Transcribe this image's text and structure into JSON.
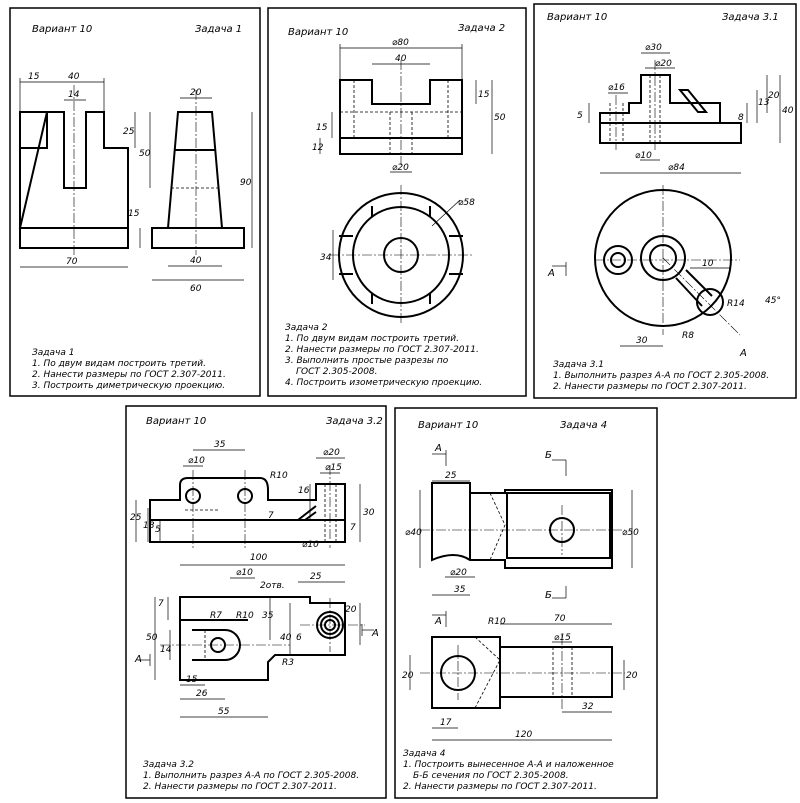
{
  "panels": {
    "p1": {
      "variant": "Вариант 10",
      "task": "Задача 1",
      "title": "Задача 1",
      "lines": [
        "1. По двум видам построить третий.",
        "2. Нанести размеры по ГОСТ 2.307-2011.",
        "3. Построить диметрическую проекцию."
      ],
      "dims": {
        "d15": "15",
        "d40": "40",
        "d14": "14",
        "d25": "25",
        "d50": "50",
        "d15b": "15",
        "d70": "70",
        "d20": "20",
        "d90": "90",
        "d40b": "40",
        "d60": "60"
      }
    },
    "p2": {
      "variant": "Вариант 10",
      "task": "Задача 2",
      "title": "Задача 2",
      "lines": [
        "1. По двум видам построить третий.",
        "2. Нанести размеры по ГОСТ 2.307-2011.",
        "3. Выполнить простые разрезы по",
        "ГОСТ 2.305-2008.",
        "4. Построить изометрическую проекцию."
      ],
      "dims": {
        "d80": "⌀80",
        "d40": "40",
        "d15a": "15",
        "d15b": "15",
        "d12": "12",
        "d50": "50",
        "d20": "⌀20",
        "d58": "⌀58",
        "d34": "34"
      }
    },
    "p3": {
      "variant": "Вариант 10",
      "task": "Задача 3.1",
      "title": "Задача 3.1",
      "lines": [
        "1. Выполнить разрез А-А по ГОСТ 2.305-2008.",
        "2. Нанести размеры по ГОСТ 2.307-2011."
      ],
      "dims": {
        "d30": "⌀30",
        "d20": "⌀20",
        "d16": "⌀16",
        "d5": "5",
        "d8": "8",
        "d13": "13",
        "d20v": "20",
        "d40": "40",
        "d10": "⌀10",
        "d84": "⌀84",
        "d10b": "10",
        "r14": "R14",
        "d45": "45°",
        "r8": "R8",
        "d30b": "30",
        "secA1": "А",
        "secA2": "А"
      }
    },
    "p4": {
      "variant": "Вариант 10",
      "task": "Задача 3.2",
      "title": "Задача 3.2",
      "lines": [
        "1. Выполнить разрез А-А по ГОСТ 2.305-2008.",
        "2. Нанести размеры по ГОСТ 2.307-2011."
      ],
      "dims": {
        "d35": "35",
        "d10": "⌀10",
        "r10": "R10",
        "d20": "⌀20",
        "d15": "⌀15",
        "d16": "16",
        "d25": "25",
        "d18": "18",
        "d5": "5",
        "d7": "7",
        "d30": "30",
        "d7b": "7",
        "d10b": "⌀10",
        "d100": "100",
        "d10c": "⌀10",
        "otv": "2отв.",
        "d25b": "25",
        "d7c": "7",
        "d35v": "35",
        "d20v": "20",
        "r7": "R7",
        "r10b": "R10",
        "d40": "40",
        "d50": "50",
        "d14": "14",
        "d6": "6",
        "r3": "R3",
        "d15b": "15",
        "d26": "26",
        "d55": "55",
        "secA1": "А",
        "secA2": "А"
      }
    },
    "p5": {
      "variant": "Вариант 10",
      "task": "Задача 4",
      "title": "Задача 4",
      "lines": [
        "1. Построить вынесенное А-А и наложенное",
        "Б-Б сечения по ГОСТ 2.305-2008.",
        "2. Нанести размеры по ГОСТ 2.307-2011."
      ],
      "dims": {
        "secA1": "А",
        "secA2": "А",
        "secB1": "Б",
        "secB2": "Б",
        "d25": "25",
        "d40": "⌀40",
        "d50": "⌀50",
        "d20": "⌀20",
        "d35": "35",
        "r10": "R10",
        "d70": "70",
        "d15": "⌀15",
        "d20a": "20",
        "d20b": "20",
        "d32": "32",
        "d17": "17",
        "d120": "120"
      }
    }
  }
}
